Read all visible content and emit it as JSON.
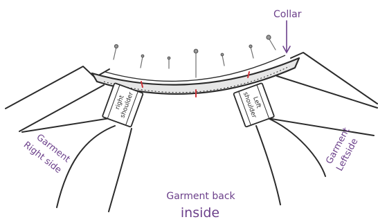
{
  "labels": {
    "collar": "Collar",
    "right_shoulder_line1": "right",
    "right_shoulder_line2": "shoulder",
    "left_shoulder_line1": "Left",
    "left_shoulder_line2": "shoulder",
    "garment_right_side_line1": "Garment",
    "garment_right_side_line2": "Right side",
    "garment_left_side_line1": "Garment",
    "garment_left_side_line2": "Leftside",
    "garment_back_line1": "Garment back",
    "garment_back_line2": "inside"
  },
  "colors": {
    "ink": "#2b2b2b",
    "annotation": "#6b3f8a",
    "center_marks": "#d1353b",
    "pin_head": "#9a9a9a",
    "collar_fill": "#e6e6e6",
    "paper": "#ffffff"
  }
}
